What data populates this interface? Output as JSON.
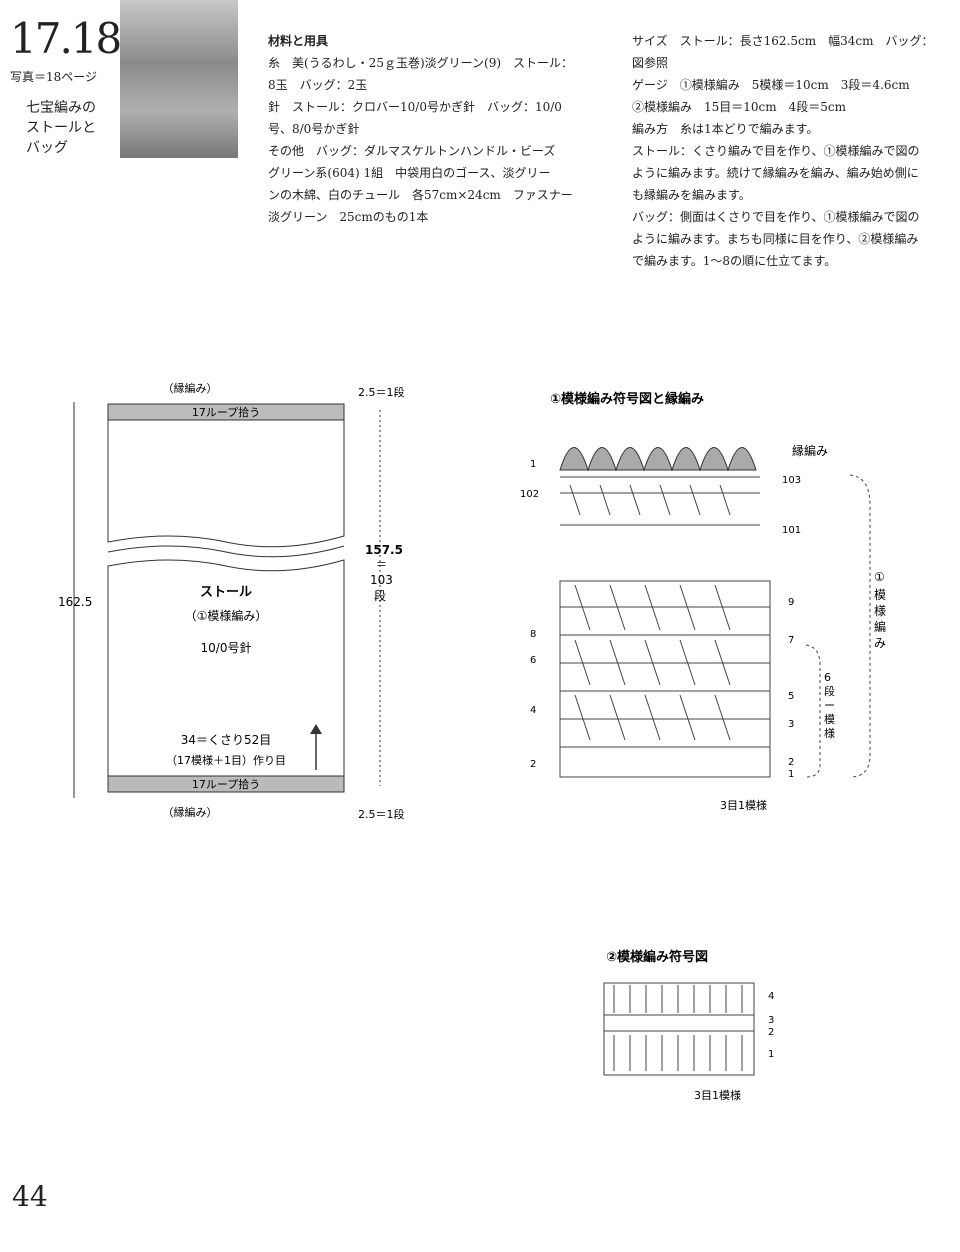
{
  "header": {
    "number": "17.18",
    "photo_ref": "写真＝18ページ",
    "subtitle_lines": [
      "七宝編みの",
      "ストールと",
      "バッグ"
    ]
  },
  "materials": {
    "heading": "材料と用具",
    "lines": [
      "糸　美(うるわし・25ｇ玉巻)淡グリーン(9)　ストール：",
      "8玉　バッグ：2玉",
      "針　ストール：クロバー10/0号かぎ針　バッグ：10/0",
      "号、8/0号かぎ針",
      "その他　バッグ：ダルマスケルトンハンドル・ビーズ",
      "グリーン系(604) 1組　中袋用白のゴース、淡グリー",
      "ンの木綿、白のチュール　各57cm×24cm　ファスナー",
      "淡グリーン　25cmのもの1本"
    ]
  },
  "specs": {
    "lines": [
      "サイズ　ストール：長さ162.5cm　幅34cm　バッグ：",
      "図参照",
      "ゲージ　①模様編み　5模様＝10cm　3段＝4.6cm",
      "②模様編み　15目＝10cm　4段＝5cm",
      "編み方　糸は1本どりで編みます。",
      "ストール：くさり編みで目を作り、①模様編みで図の",
      "ように編みます。続けて縁編みを編み、編み始め側に",
      "も縁編みを編みます。",
      "バッグ：側面はくさりで目を作り、①模様編みで図の",
      "ように編みます。まちも同様に目を作り、②模様編み",
      "で編みます。1～8の順に仕立てます。"
    ]
  },
  "stole_diagram": {
    "edge_top": "（縁編み）",
    "edge_bottom": "（縁編み）",
    "loop_pick": "17ループ拾う",
    "total_length": "162.5",
    "edge_height_top": "2.5＝1段",
    "edge_height_bottom": "2.5＝1段",
    "body_length_1": "157.5",
    "body_length_eq": "＝",
    "body_length_2": "103",
    "body_length_3": "段",
    "name": "ストール",
    "pattern": "（①模様編み）",
    "needle": "10/0号針",
    "cast_on_1": "34＝くさり52目",
    "cast_on_2": "（17模様＋1目）作り目"
  },
  "chart1": {
    "title": "①模様編み符号図と縁編み",
    "edge_label": "縁編み",
    "pattern_label": [
      "①",
      "模",
      "様",
      "編",
      "み"
    ],
    "repeat_rows": [
      "6",
      "段",
      "ー",
      "模",
      "様"
    ],
    "repeat_label": "3目1模様",
    "row_labels_top": [
      "1",
      "102",
      "103",
      "101"
    ],
    "row_labels_main": [
      "9",
      "8",
      "7",
      "6",
      "5",
      "4",
      "3",
      "2",
      "2",
      "1"
    ]
  },
  "chart2": {
    "title": "②模様編み符号図",
    "row_labels": [
      "4",
      "3",
      "2",
      "1"
    ],
    "repeat_label": "3目1模様"
  },
  "page_number": "44"
}
